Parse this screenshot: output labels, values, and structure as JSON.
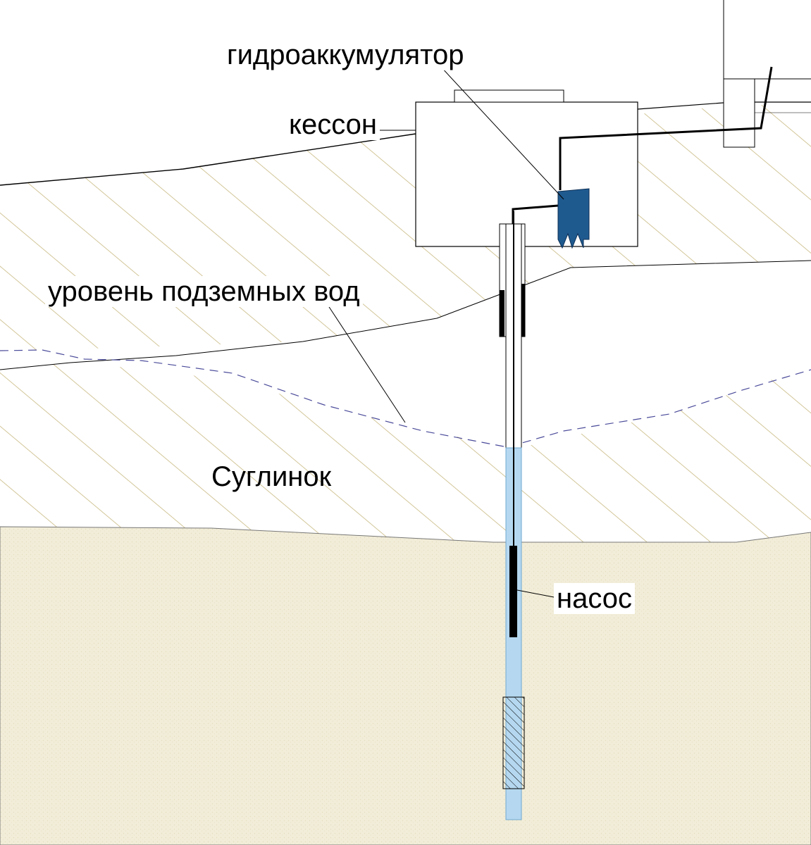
{
  "labels": {
    "accumulator": "гидроаккумулятор",
    "caisson": "кессон",
    "groundwater_level": "уровень подземных вод",
    "loam": "Суглинок",
    "pump": "насос"
  },
  "colors": {
    "background": "#ffffff",
    "sand": "#f2edd8",
    "hatch": "#c8b880",
    "water": "#b5d8f0",
    "accumulator_tank": "#1f5a8f",
    "groundwater_line": "#4a4a9a",
    "line": "#000000"
  }
}
